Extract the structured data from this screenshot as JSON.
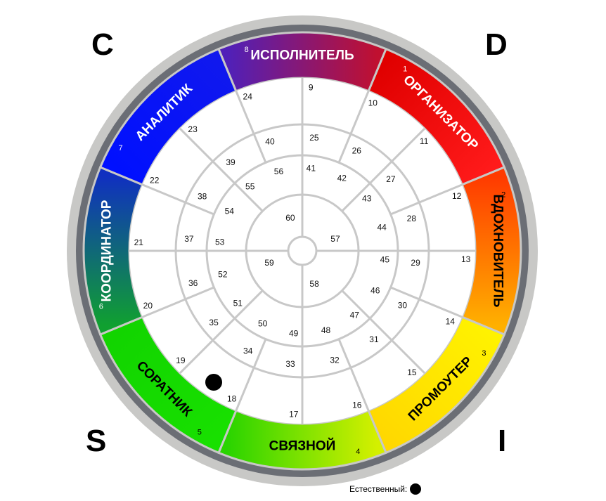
{
  "corners": {
    "tl": "C",
    "tr": "D",
    "bl": "S",
    "br": "I"
  },
  "roles": [
    {
      "name": "ОРГАНИЗАТОР",
      "num": "1",
      "c1": "#e00000",
      "c2": "#ff1a1a",
      "text": "#ffffff"
    },
    {
      "name": "ВДОХНОВИТЕЛЬ",
      "num": "2",
      "c1": "#ff3a00",
      "c2": "#ffb000",
      "text": "#000000"
    },
    {
      "name": "ПРОМОУТЕР",
      "num": "3",
      "c1": "#fff200",
      "c2": "#ffd800",
      "text": "#000000"
    },
    {
      "name": "СВЯЗНОЙ",
      "num": "4",
      "c1": "#d4f000",
      "c2": "#2ad400",
      "text": "#000000"
    },
    {
      "name": "СОРАТНИК",
      "num": "5",
      "c1": "#18e000",
      "c2": "#12d400",
      "text": "#000000"
    },
    {
      "name": "КООРДИНАТОР",
      "num": "6",
      "c1": "#10a030",
      "c2": "#1030c0",
      "text": "#ffffff"
    },
    {
      "name": "АНАЛИТИК",
      "num": "7",
      "c1": "#0010ff",
      "c2": "#1018ee",
      "text": "#ffffff"
    },
    {
      "name": "ИСПОЛНИТЕЛЬ",
      "num": "8",
      "c1": "#5020b8",
      "c2": "#c01030",
      "text": "#ffffff"
    }
  ],
  "rings": {
    "outer": [
      "9",
      "10",
      "11",
      "12",
      "13",
      "14",
      "15",
      "16",
      "17",
      "18",
      "19",
      "20",
      "21",
      "22",
      "23",
      "24"
    ],
    "ring3": [
      "25",
      "26",
      "27",
      "28",
      "29",
      "30",
      "31",
      "32",
      "33",
      "34",
      "35",
      "36",
      "37",
      "38",
      "39",
      "40"
    ],
    "ring2": [
      "41",
      "42",
      "43",
      "44",
      "45",
      "46",
      "47",
      "48",
      "49",
      "50",
      "51",
      "52",
      "53",
      "54",
      "55",
      "56"
    ],
    "inner": [
      "57",
      "58",
      "59",
      "60"
    ]
  },
  "marker": {
    "role": "СОРАТНИК",
    "score": "18"
  },
  "legend": {
    "label": "Естественный:"
  }
}
